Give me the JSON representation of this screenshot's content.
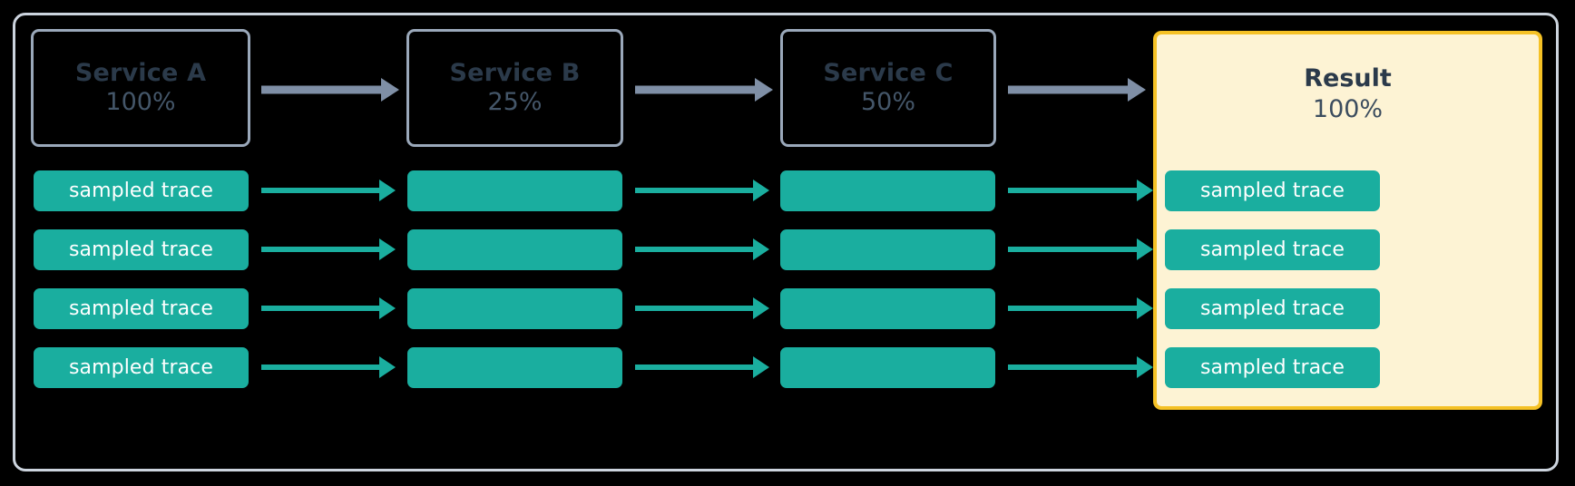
{
  "diagram": {
    "title": "trace sampling pipeline",
    "background_color": "#000000",
    "frame_border_color": "#ccd4de",
    "accent_teal": "#1aae9f",
    "accent_gold": "#f5c125",
    "result_fill": "#fdf3d4",
    "arrow_gray": "#7f8fa6",
    "text_dark": "#2b3a4a"
  },
  "stages": [
    {
      "id": "service-a",
      "title": "Service A",
      "percent": "100%",
      "highlight": false
    },
    {
      "id": "service-b",
      "title": "Service B",
      "percent": "25%",
      "highlight": false
    },
    {
      "id": "service-c",
      "title": "Service C",
      "percent": "50%",
      "highlight": false
    },
    {
      "id": "result",
      "title": "Result",
      "percent": "100%",
      "highlight": true
    }
  ],
  "trace_label": "sampled trace",
  "rows": [
    {
      "row": 1,
      "cells": [
        {
          "column": "service-a",
          "label": "sampled trace",
          "labeled": true
        },
        {
          "column": "service-b",
          "label": "",
          "labeled": false
        },
        {
          "column": "service-c",
          "label": "",
          "labeled": false
        },
        {
          "column": "result",
          "label": "sampled trace",
          "labeled": true
        }
      ]
    },
    {
      "row": 2,
      "cells": [
        {
          "column": "service-a",
          "label": "sampled trace",
          "labeled": true
        },
        {
          "column": "service-b",
          "label": "",
          "labeled": false
        },
        {
          "column": "service-c",
          "label": "",
          "labeled": false
        },
        {
          "column": "result",
          "label": "sampled trace",
          "labeled": true
        }
      ]
    },
    {
      "row": 3,
      "cells": [
        {
          "column": "service-a",
          "label": "sampled trace",
          "labeled": true
        },
        {
          "column": "service-b",
          "label": "",
          "labeled": false
        },
        {
          "column": "service-c",
          "label": "",
          "labeled": false
        },
        {
          "column": "result",
          "label": "sampled trace",
          "labeled": true
        }
      ]
    },
    {
      "row": 4,
      "cells": [
        {
          "column": "service-a",
          "label": "sampled trace",
          "labeled": true
        },
        {
          "column": "service-b",
          "label": "",
          "labeled": false
        },
        {
          "column": "service-c",
          "label": "",
          "labeled": false
        },
        {
          "column": "result",
          "label": "sampled trace",
          "labeled": true
        }
      ]
    }
  ],
  "flow_arrows": {
    "header": [
      {
        "from": "service-a",
        "to": "service-b",
        "color": "#7f8fa6"
      },
      {
        "from": "service-b",
        "to": "service-c",
        "color": "#7f8fa6"
      },
      {
        "from": "service-c",
        "to": "result",
        "color": "#7f8fa6"
      }
    ],
    "trace": [
      {
        "from": "service-a",
        "to": "service-b",
        "color": "#1aae9f"
      },
      {
        "from": "service-b",
        "to": "service-c",
        "color": "#1aae9f"
      },
      {
        "from": "service-c",
        "to": "result",
        "color": "#1aae9f"
      }
    ]
  }
}
